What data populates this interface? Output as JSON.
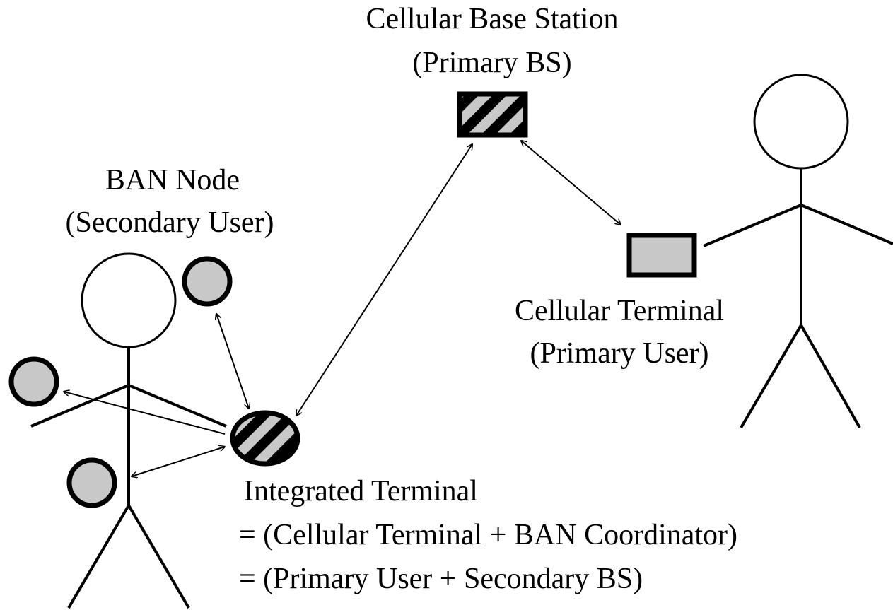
{
  "labels": {
    "base_station_title": "Cellular Base Station",
    "base_station_subtitle": "(Primary BS)",
    "ban_node_title": "BAN Node",
    "ban_node_subtitle": "(Secondary User)",
    "cellular_terminal_title": "Cellular Terminal",
    "cellular_terminal_subtitle": "(Primary User)",
    "integrated_terminal_title": "Integrated Terminal",
    "integrated_terminal_line2": "= (Cellular Terminal + BAN Coordinator)",
    "integrated_terminal_line3": "= (Primary User + Secondary BS)"
  },
  "colors": {
    "ink": "#000000",
    "node_fill": "#c8c8c8",
    "background": "#ffffff"
  }
}
